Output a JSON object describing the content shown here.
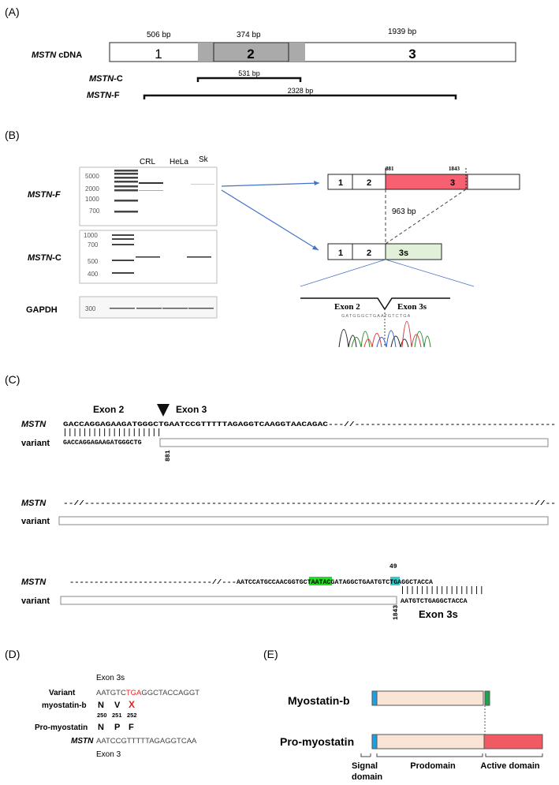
{
  "panelA": {
    "label": "(A)",
    "row_label_italic": "MSTN",
    "row_label_rest": " cDNA",
    "exons": [
      {
        "size": "506 bp",
        "num": "1"
      },
      {
        "size": "374 bp",
        "num": "2"
      },
      {
        "size": "1939 bp",
        "num": "3"
      }
    ],
    "mstn_c": {
      "label_italic": "MSTN",
      "label_rest": "-C",
      "size": "531 bp"
    },
    "mstn_f": {
      "label_italic": "MSTN",
      "label_rest": "-F",
      "size": "2328 bp"
    }
  },
  "panelB": {
    "label": "(B)",
    "lanes": [
      "CRL",
      "HeLa",
      "Sk"
    ],
    "gel_f": {
      "label": "MSTN-F",
      "ladder": [
        "5000",
        "2000",
        "1000",
        "700"
      ]
    },
    "gel_c": {
      "label_italic": "MSTN",
      "label_rest": "-C",
      "ladder": [
        "1000",
        "700",
        "500",
        "400"
      ]
    },
    "gel_gapdh": {
      "label": "GAPDH",
      "ladder": [
        "300"
      ]
    },
    "diag_top": {
      "exons": [
        "1",
        "2",
        "3"
      ],
      "pos_start": "881",
      "pos_end": "1843"
    },
    "gap": "963 bp",
    "diag_bottom": {
      "exons": [
        "1",
        "2",
        "3s"
      ]
    },
    "chrom": {
      "left": "Exon 2",
      "right": "Exon 3s",
      "bases": "GATGGGCTGAATGTCTGA"
    }
  },
  "panelC": {
    "label": "(C)",
    "block1": {
      "exon2": "Exon 2",
      "exon3": "Exon 3",
      "mstn_label": "MSTN",
      "mstn_seq": "GACCAGGAGAAGATGGGCTGAATCCGTTTTTAGAGGTCAAGGTAACAGAC---//--------------------------------------",
      "variant_label": "variant",
      "variant_seq": "GACCAGGAGAAGATGGGCTG",
      "pos": "881"
    },
    "block2": {
      "mstn_label": "MSTN",
      "mstn_seq": "--//-------------------------------------------------------------------------------------//--",
      "variant_label": "variant"
    },
    "block3": {
      "mstn_label": "MSTN",
      "mstn_dashes": "-----------------------------//---",
      "mstn_seq_a": "AATCCATGCCAACGGTG",
      "mstn_green": "CTAAT",
      "mstn_seq_b": "ACGATAGGC",
      "mstn_cyan": "TG",
      "mstn_seq_c": "AATGTCTGAGGCTACCA",
      "top_num": "49",
      "variant_label": "variant",
      "variant_seq": "AATGTCTGAGGCTACCA",
      "pos": "1843",
      "exon3s": "Exon 3s"
    }
  },
  "panelD": {
    "label": "(D)",
    "exon3s": "Exon 3s",
    "variant_label": "Variant",
    "variant_seq_a": "AATGTC",
    "variant_seq_red": "TGA",
    "variant_seq_b": "GGCTACCAGGT",
    "myob_label": "myostatin-b",
    "myob_aa": [
      "N",
      "V",
      "X"
    ],
    "positions": [
      "250",
      "251",
      "252"
    ],
    "promyo_label": "Pro-myostatin",
    "promyo_aa": [
      "N",
      "P",
      "F"
    ],
    "mstn_label": "MSTN",
    "mstn_seq": "AATCCGTTTTTAGAGGTCAA",
    "exon3": "Exon 3"
  },
  "panelE": {
    "label": "(E)",
    "myob": "Myostatin-b",
    "promyo": "Pro-myostatin",
    "domains": [
      "Signal domain",
      "Prodomain",
      "Active domain"
    ],
    "colors": {
      "signal": "#1e9fe0",
      "prodomain": "#f9e4d6",
      "active": "#f25a63",
      "myob_end": "#1fa34a",
      "exon2": "#aaaaaa",
      "exon3_red": "#f76070",
      "exon3s_green": "#e2f0d9",
      "seq_green": "#22dd22",
      "seq_cyan": "#33cccc"
    }
  }
}
